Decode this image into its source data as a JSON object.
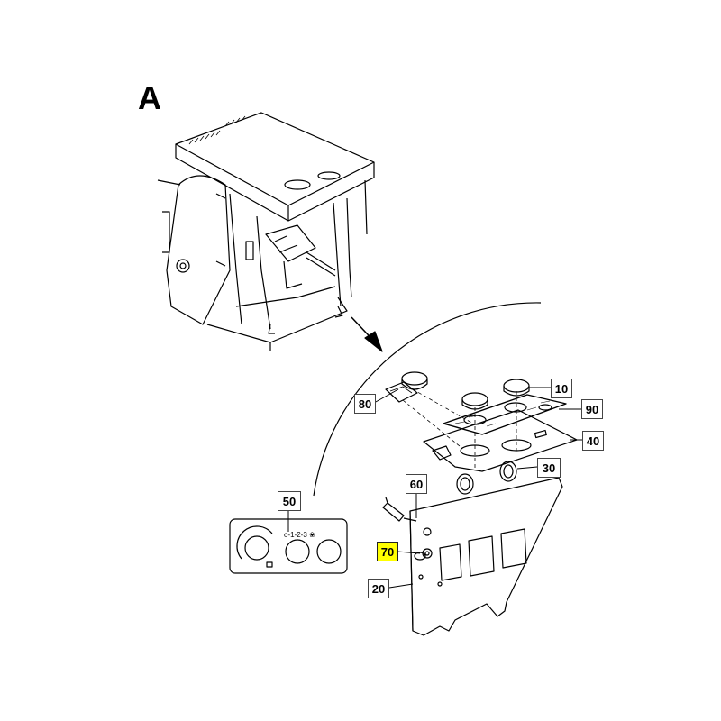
{
  "view_label": "A",
  "highlight_color": "#ffff00",
  "callouts": [
    {
      "id": "10",
      "label": "10",
      "highlighted": false
    },
    {
      "id": "20",
      "label": "20",
      "highlighted": false
    },
    {
      "id": "30",
      "label": "30",
      "highlighted": false
    },
    {
      "id": "40",
      "label": "40",
      "highlighted": false
    },
    {
      "id": "50",
      "label": "50",
      "highlighted": false
    },
    {
      "id": "60",
      "label": "60",
      "highlighted": false
    },
    {
      "id": "70",
      "label": "70",
      "highlighted": true
    },
    {
      "id": "80",
      "label": "80",
      "highlighted": false
    },
    {
      "id": "90",
      "label": "90",
      "highlighted": false
    }
  ]
}
